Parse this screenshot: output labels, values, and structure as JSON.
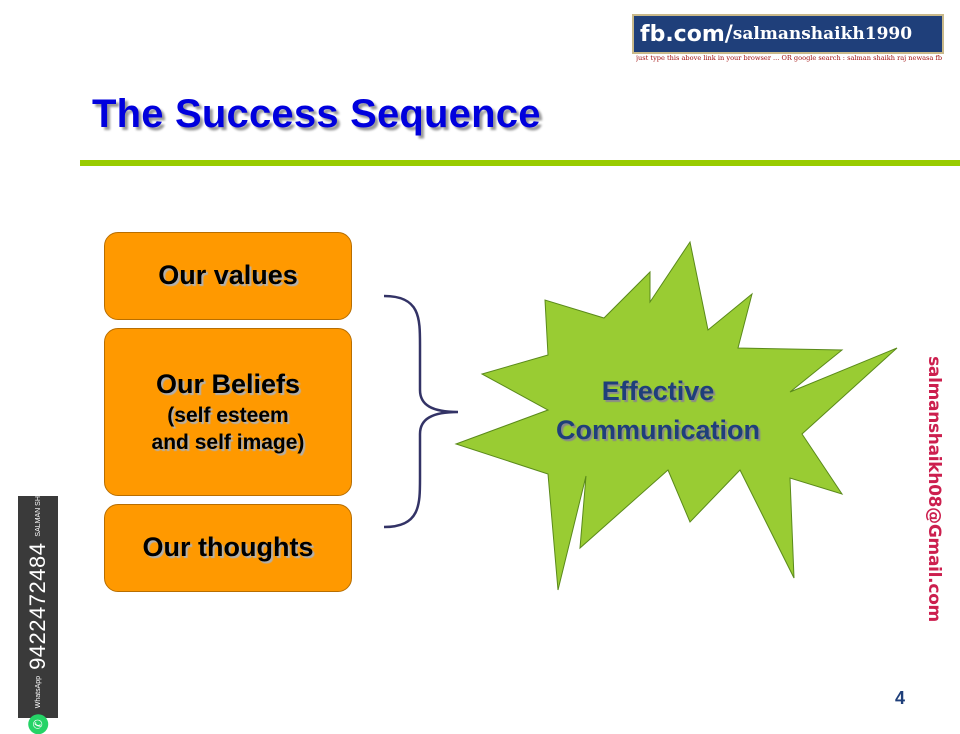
{
  "banner": {
    "site": "fb.com/",
    "handle": "salmanshaikh1990",
    "note": "just type this above link in your browser ... OR google search : salman shaikh raj newasa fb"
  },
  "slide": {
    "title": "The Success Sequence",
    "boxes": [
      {
        "lines": [
          "Our values"
        ]
      },
      {
        "lines": [
          "Our Beliefs",
          "(self esteem",
          "and self image)"
        ]
      },
      {
        "lines": [
          "Our thoughts"
        ]
      }
    ],
    "burst": [
      "Effective",
      "Communication"
    ],
    "page_number": "4"
  },
  "side": {
    "email": "salmanshaikh08@Gmail.com",
    "whatsapp_number": "9422472484",
    "whatsapp_label": "WhatsApp",
    "whatsapp_name": "SALMAN SHAIKH"
  },
  "colors": {
    "title": "#0000dd",
    "rule": "#99cc00",
    "box_fill": "#ff9900",
    "burst_fill": "#99cc33",
    "brace": "#333366",
    "banner": "#1f3f7a"
  }
}
